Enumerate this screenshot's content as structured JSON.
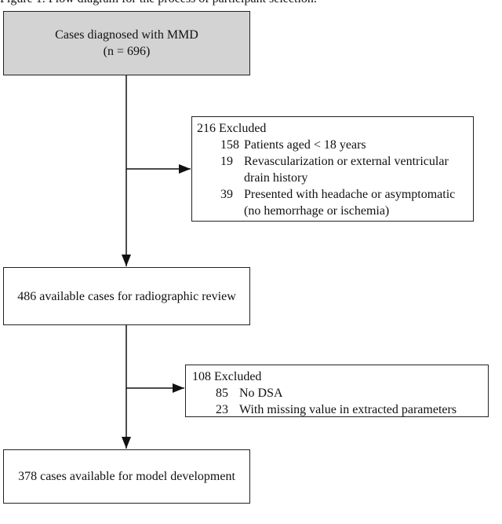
{
  "caption": "Figure 1. Flow diagram for the process of participant selection.",
  "boxes": {
    "start": {
      "line1": "Cases diagnosed with MMD",
      "line2": "(n = 696)",
      "fill": "#d3d3d3"
    },
    "review": {
      "text": "486 available cases for radiographic review"
    },
    "final": {
      "text": "378 cases available for model development"
    }
  },
  "exclusion1": {
    "title": "216 Excluded",
    "items": [
      {
        "n": "158",
        "text": "Patients aged < 18 years"
      },
      {
        "n": "19",
        "text": "Revascularization or external ventricular drain history"
      },
      {
        "n": "39",
        "text": "Presented with headache or asymptomatic (no hemorrhage or ischemia)"
      }
    ]
  },
  "exclusion2": {
    "title": "108 Excluded",
    "items": [
      {
        "n": "85",
        "text": "No DSA"
      },
      {
        "n": "23",
        "text": "With missing value in extracted parameters"
      }
    ]
  }
}
